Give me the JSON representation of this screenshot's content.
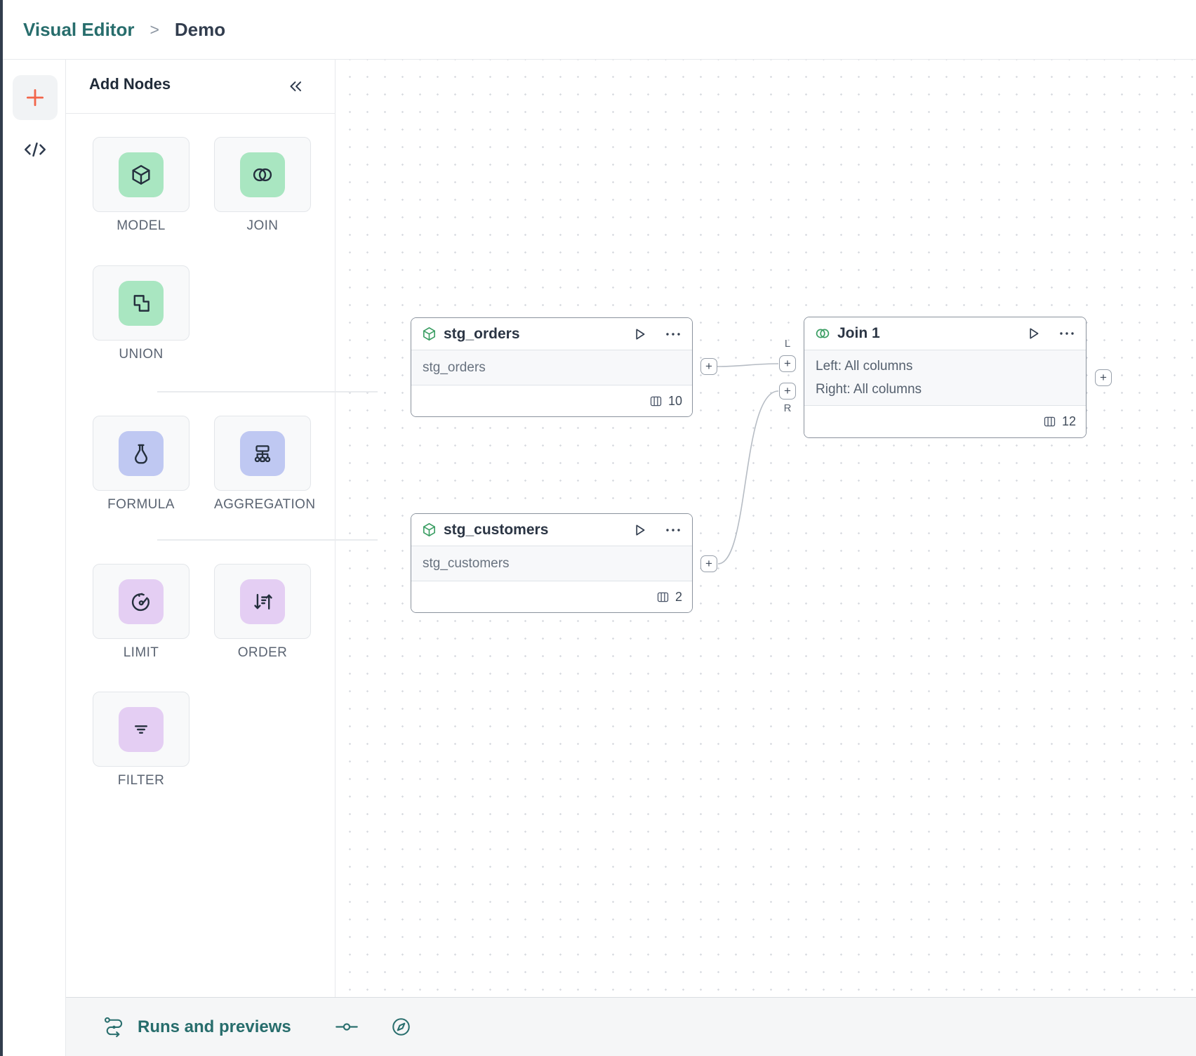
{
  "header": {
    "breadcrumb": {
      "root": "Visual Editor",
      "separator": ">",
      "current": "Demo"
    }
  },
  "rail": {
    "icons": [
      "plus-icon",
      "code-icon"
    ]
  },
  "panel": {
    "title": "Add Nodes",
    "collapse_icon": "collapse-chevrons-icon",
    "groups": [
      {
        "items": [
          {
            "label": "MODEL",
            "icon": "cube-icon",
            "tint": "green"
          },
          {
            "label": "JOIN",
            "icon": "join-circles-icon",
            "tint": "green"
          },
          {
            "label": "UNION",
            "icon": "union-shapes-icon",
            "tint": "green"
          }
        ]
      },
      {
        "items": [
          {
            "label": "FORMULA",
            "icon": "flask-icon",
            "tint": "indigo"
          },
          {
            "label": "AGGREGATION",
            "icon": "aggregation-tree-icon",
            "tint": "indigo"
          }
        ]
      },
      {
        "items": [
          {
            "label": "LIMIT",
            "icon": "gauge-icon",
            "tint": "purple"
          },
          {
            "label": "ORDER",
            "icon": "sort-arrows-icon",
            "tint": "purple"
          },
          {
            "label": "FILTER",
            "icon": "filter-lines-icon",
            "tint": "purple"
          }
        ]
      }
    ]
  },
  "canvas": {
    "plus": "+",
    "nodes": [
      {
        "title": "stg_orders",
        "subtitle": "stg_orders",
        "column_count": "10",
        "icon": "cube-icon"
      },
      {
        "title": "stg_customers",
        "subtitle": "stg_customers",
        "column_count": "2",
        "icon": "cube-icon"
      },
      {
        "title": "Join 1",
        "left_line": "Left: All columns",
        "right_line": "Right: All columns",
        "column_count": "12",
        "icon": "join-circles-icon",
        "left_port_label": "L",
        "right_port_label": "R"
      }
    ]
  },
  "bottom_bar": {
    "runs_label": "Runs and previews",
    "icons": [
      "runs-icon",
      "commit-icon",
      "compass-icon"
    ]
  },
  "colors": {
    "brand_teal": "#276d6c",
    "accent_orange": "#f2654a",
    "tile_green": "#a9e6c1",
    "tile_indigo": "#bfc8f2",
    "tile_purple": "#e4cef3",
    "node_icon_green": "#3b9e63",
    "canvas_dot": "#d9dce1"
  }
}
